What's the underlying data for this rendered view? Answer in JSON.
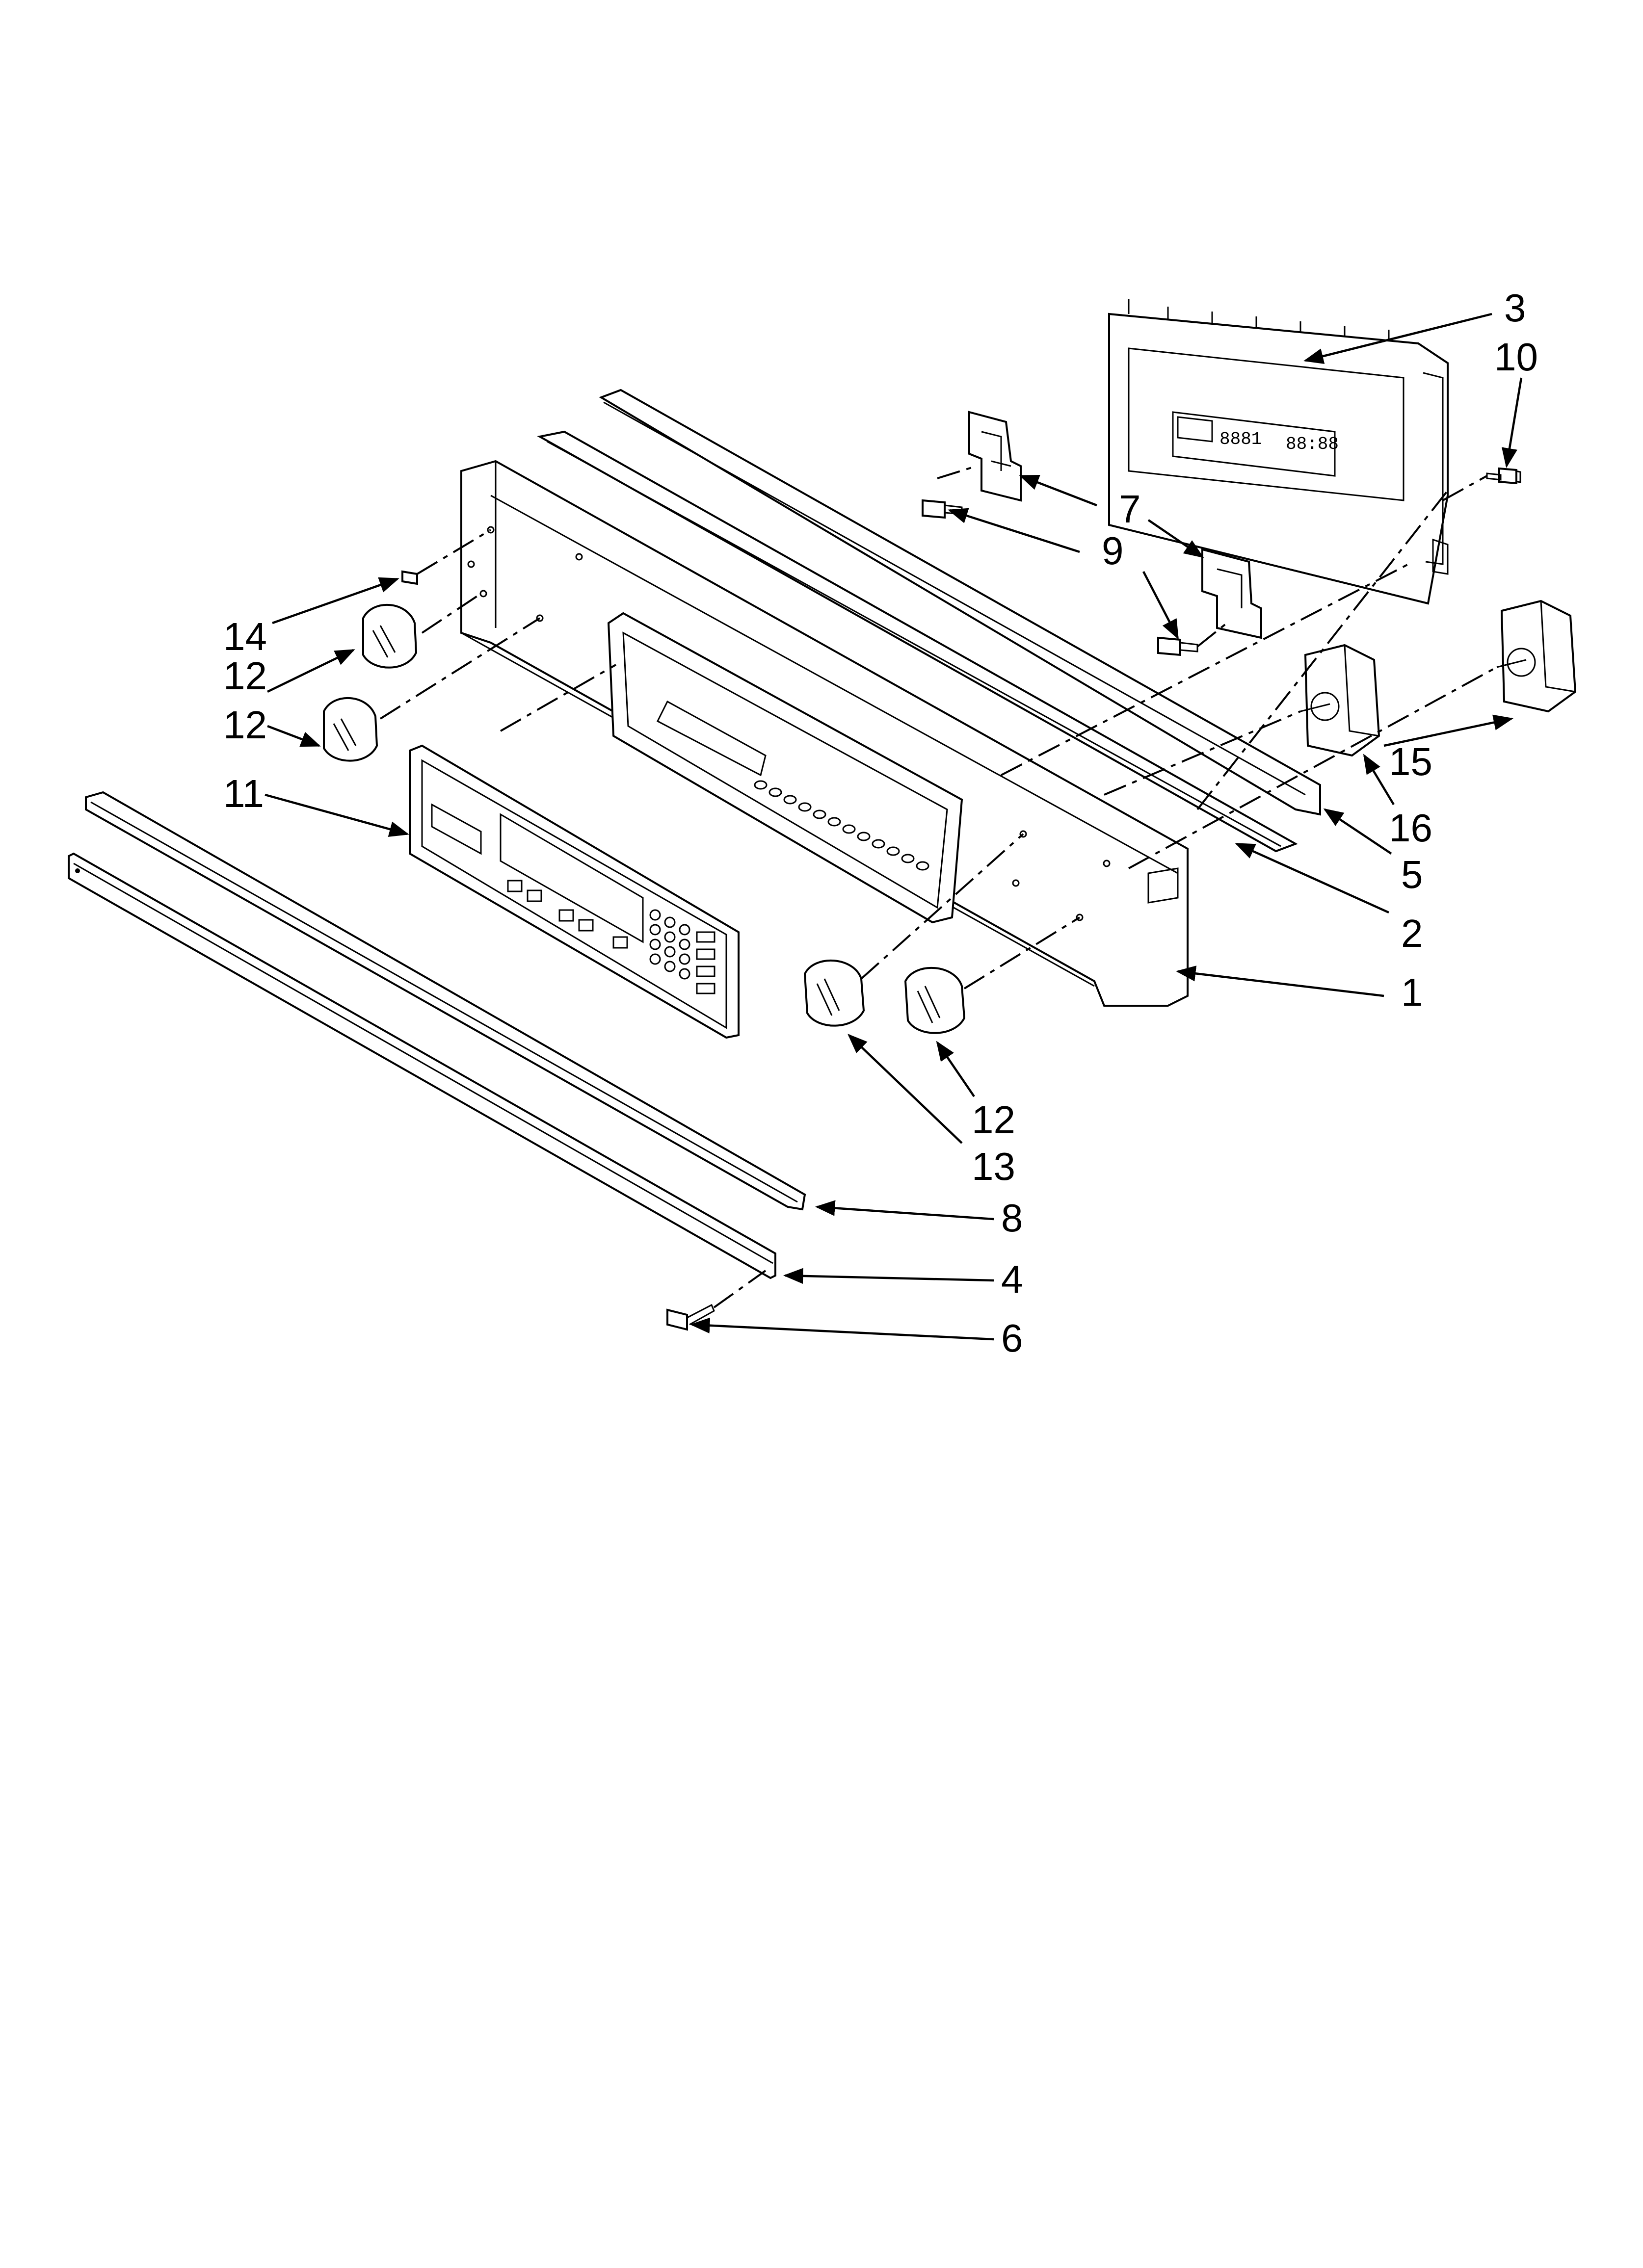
{
  "diagram": {
    "labels": [
      {
        "id": "p3",
        "text": "3"
      },
      {
        "id": "p10",
        "text": "10"
      },
      {
        "id": "p7",
        "text": "7"
      },
      {
        "id": "p9",
        "text": "9"
      },
      {
        "id": "p14",
        "text": "14"
      },
      {
        "id": "p12a",
        "text": "12"
      },
      {
        "id": "p12b",
        "text": "12"
      },
      {
        "id": "p11",
        "text": "11"
      },
      {
        "id": "p15",
        "text": "15"
      },
      {
        "id": "p16",
        "text": "16"
      },
      {
        "id": "p5",
        "text": "5"
      },
      {
        "id": "p2",
        "text": "2"
      },
      {
        "id": "p1",
        "text": "1"
      },
      {
        "id": "p12c",
        "text": "12"
      },
      {
        "id": "p13",
        "text": "13"
      },
      {
        "id": "p8",
        "text": "8"
      },
      {
        "id": "p4",
        "text": "4"
      },
      {
        "id": "p6",
        "text": "6"
      }
    ]
  }
}
